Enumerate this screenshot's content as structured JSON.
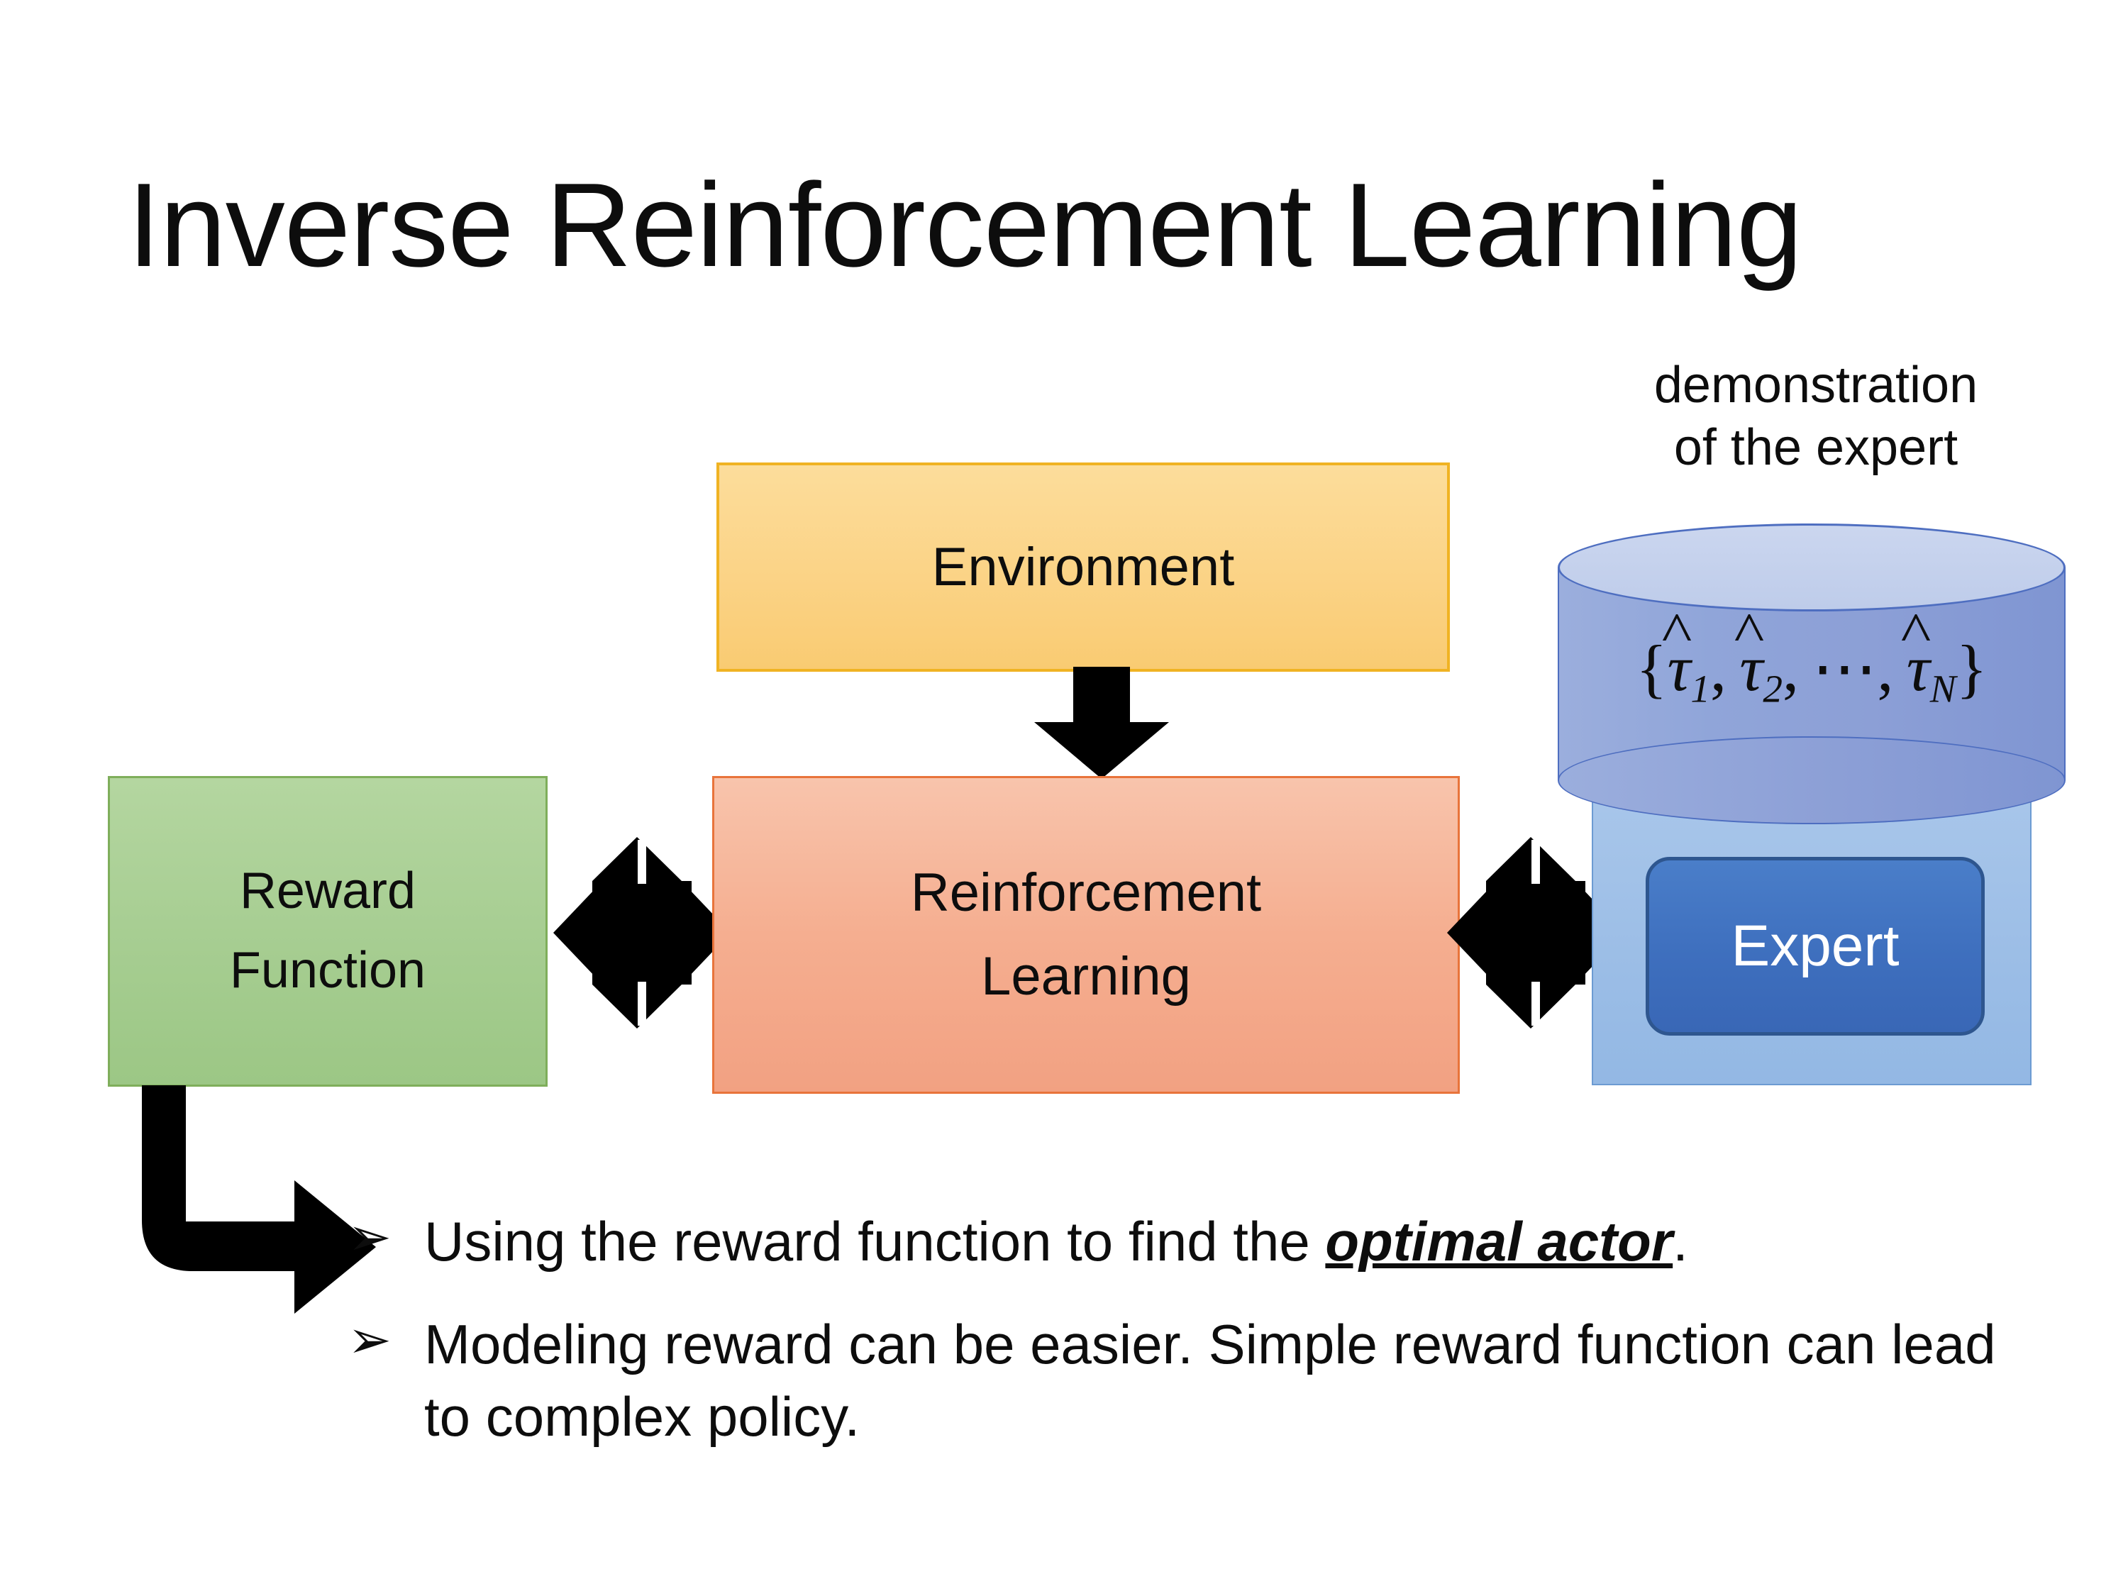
{
  "title": "Inverse Reinforcement Learning",
  "diagram": {
    "environment_box": {
      "label": "Environment",
      "fill": "#FBD386",
      "border": "#F0B323"
    },
    "rl_box": {
      "line1": "Reinforcement",
      "line2": "Learning",
      "fill": "#F5AE90",
      "border": "#E8743B"
    },
    "reward_box": {
      "line1": "Reward",
      "line2": "Function",
      "fill": "#A6CD91",
      "border": "#7FAE5B"
    },
    "demonstration_caption": {
      "line1": "demonstration",
      "line2": "of the expert"
    },
    "cylinder": {
      "formula_plain": "{τ̂1, τ̂2, ⋯, τ̂N}",
      "open_brace": "{",
      "tau": "τ",
      "sub1": "1",
      "sub2": "2",
      "ellipsis": "⋯",
      "subN": "N",
      "comma": ",",
      "close_brace": "}",
      "fill": "#8C9FD6",
      "border": "#4E6EC0"
    },
    "expert_panel": {
      "fill": "#9BBDE6",
      "border": "#6C9BD2"
    },
    "expert_chip": {
      "label": "Expert",
      "fill": "#3E6FBE",
      "border": "#2E568F",
      "text_color": "#FFFFFF"
    },
    "arrows": {
      "env_to_rl": "down-arrow",
      "reward_rl": "four-way-arrow",
      "rl_expert": "four-way-arrow",
      "reward_to_bullets": "bent-arrow-down-right"
    }
  },
  "bullets": [
    {
      "marker": "➢",
      "pre": "Using the reward function to find the ",
      "emphasis": "optimal actor",
      "post": "."
    },
    {
      "marker": "➢",
      "pre": "Modeling reward can be easier. Simple reward function can lead to complex policy.",
      "emphasis": "",
      "post": ""
    }
  ]
}
